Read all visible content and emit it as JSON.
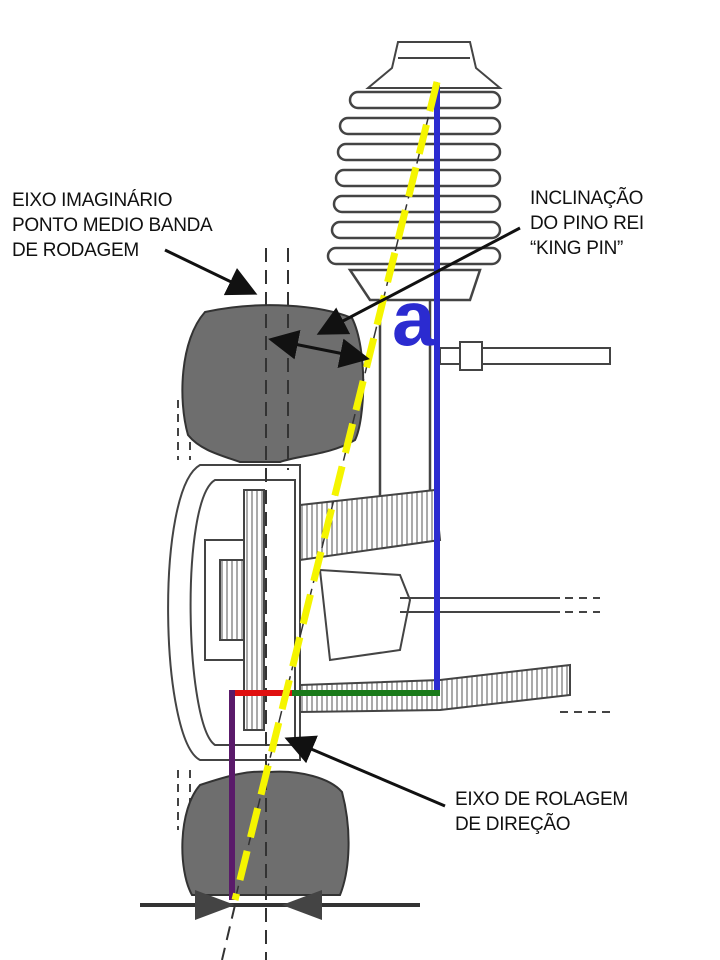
{
  "labels": {
    "imaginary_axis": [
      "EIXO IMAGINÁRIO",
      "PONTO MEDIO BANDA",
      "DE RODAGEM"
    ],
    "king_pin": [
      "INCLINAÇÃO",
      "DO PINO REI",
      "“KING PIN”"
    ],
    "steering_axis": [
      "EIXO DE ROLAGEM",
      "DE DIREÇÃO"
    ],
    "angle_symbol": "a"
  },
  "colors": {
    "kingpin_axis": "#f5f500",
    "vertical_reference": "#2b2bd0",
    "horizontal_offset": "#1a7a1a",
    "scrub_radius": "#e01010",
    "tire_center_vertical": "#5a1a6a",
    "tire_fill": "#6e6e6e",
    "drawing_line": "#444444"
  }
}
